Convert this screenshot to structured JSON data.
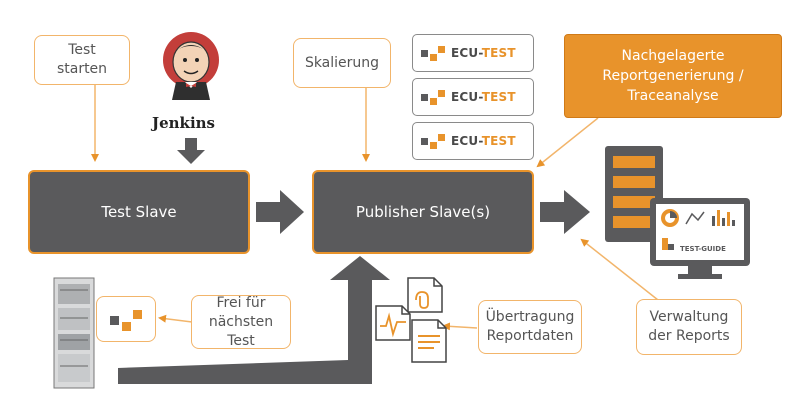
{
  "notes": {
    "test_starten": "Test starten",
    "skalierung": "Skalierung",
    "frei": "Frei für nächsten Test",
    "uebertragung": "Übertragung Reportdaten",
    "verwaltung": "Verwaltung der Reports"
  },
  "boxes": {
    "test_slave": "Test Slave",
    "publisher_slave": "Publisher Slave(s)",
    "nachgelagerte": "Nachgelagerte Reportgenerierung / Traceanalyse"
  },
  "jenkins": {
    "label": "Jenkins"
  },
  "ecu_logos": [
    {
      "ecu": "ECU-",
      "test": "TEST"
    },
    {
      "ecu": "ECU-",
      "test": "TEST"
    },
    {
      "ecu": "ECU-",
      "test": "TEST"
    }
  ],
  "test_guide": {
    "label": "TEST-GUIDE"
  },
  "colors": {
    "accent": "#e8932b",
    "dark": "#5a5a5c"
  }
}
